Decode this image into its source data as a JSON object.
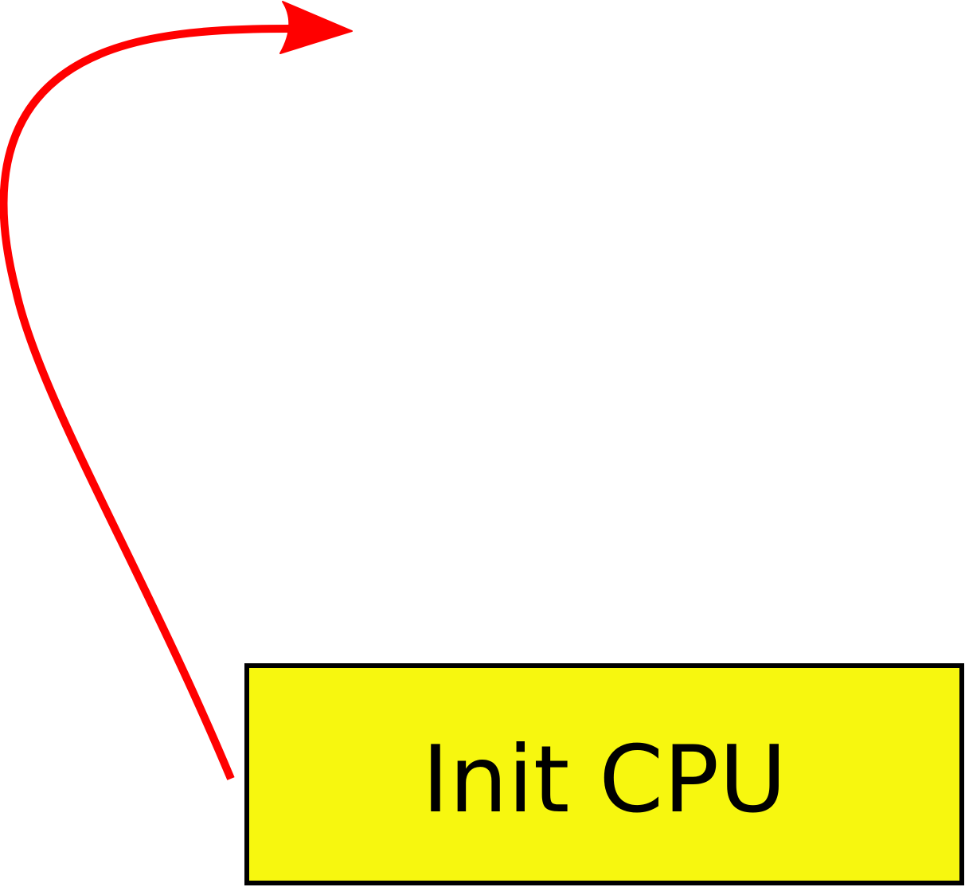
{
  "diagram": {
    "nodes": [
      {
        "id": "init-cpu",
        "label": "Init CPU",
        "fill": "#f7f70f",
        "stroke": "#000000",
        "text_color": "#000000"
      }
    ],
    "edges": [
      {
        "from": "init-cpu",
        "to": "",
        "label": "",
        "color": "#ff0000"
      }
    ]
  }
}
